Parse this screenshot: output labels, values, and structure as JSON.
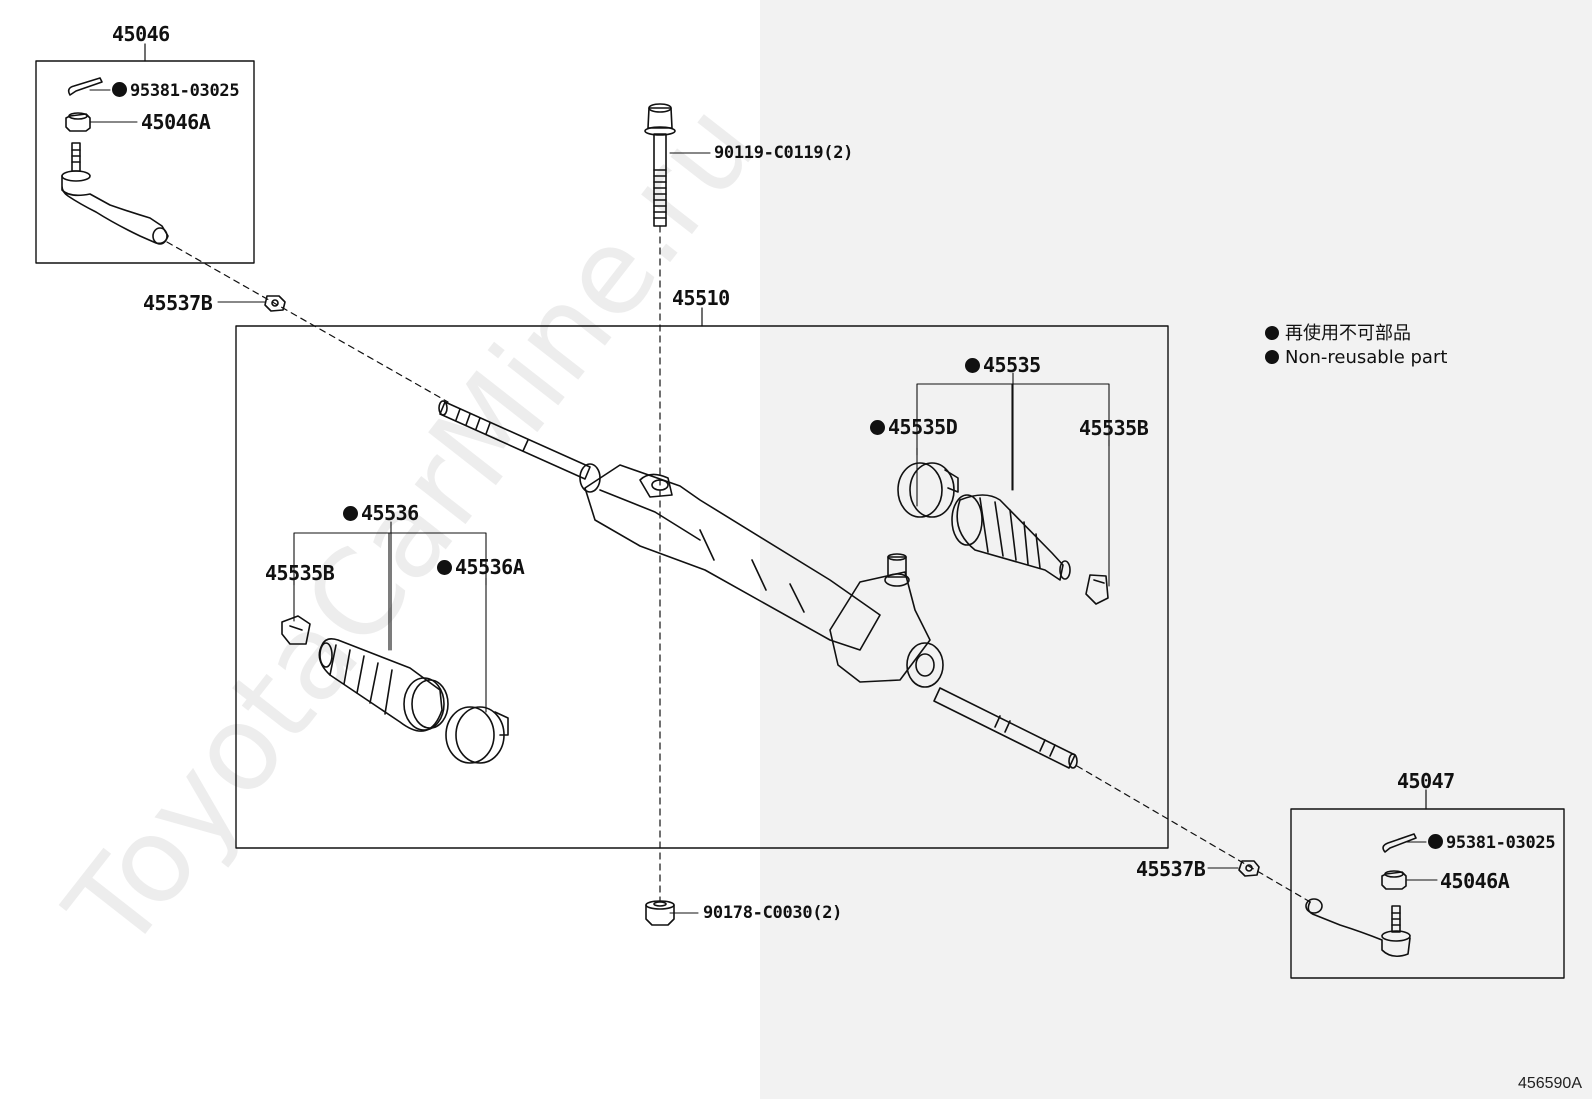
{
  "watermark": "ToyotaCarMine.ru",
  "catalog_number": "456590A",
  "legend": {
    "line_jp": "再使用不可部品",
    "line_en": "Non-reusable part"
  },
  "parts": {
    "tie_rod_end_lh": "45046",
    "tie_rod_end_rh": "45047",
    "cotter_pin_upper": "95381-03025",
    "cotter_pin_lower": "95381-03025",
    "tie_rod_nut_upper": "45046A",
    "tie_rod_nut_lower": "45046A",
    "lock_nut_left": "45537B",
    "lock_nut_right": "45537B",
    "mounting_bolt": "90119-C0119(2)",
    "mounting_nut": "90178-C0030(2)",
    "steering_gear_assy": "45510",
    "boot_kit_rh": "45535",
    "boot_clamp_large_rh": "45535D",
    "boot_clip_rh": "45535B",
    "boot_kit_lh": "45536",
    "boot_clip_lh": "45535B",
    "boot_clamp_large_lh": "45536A"
  }
}
